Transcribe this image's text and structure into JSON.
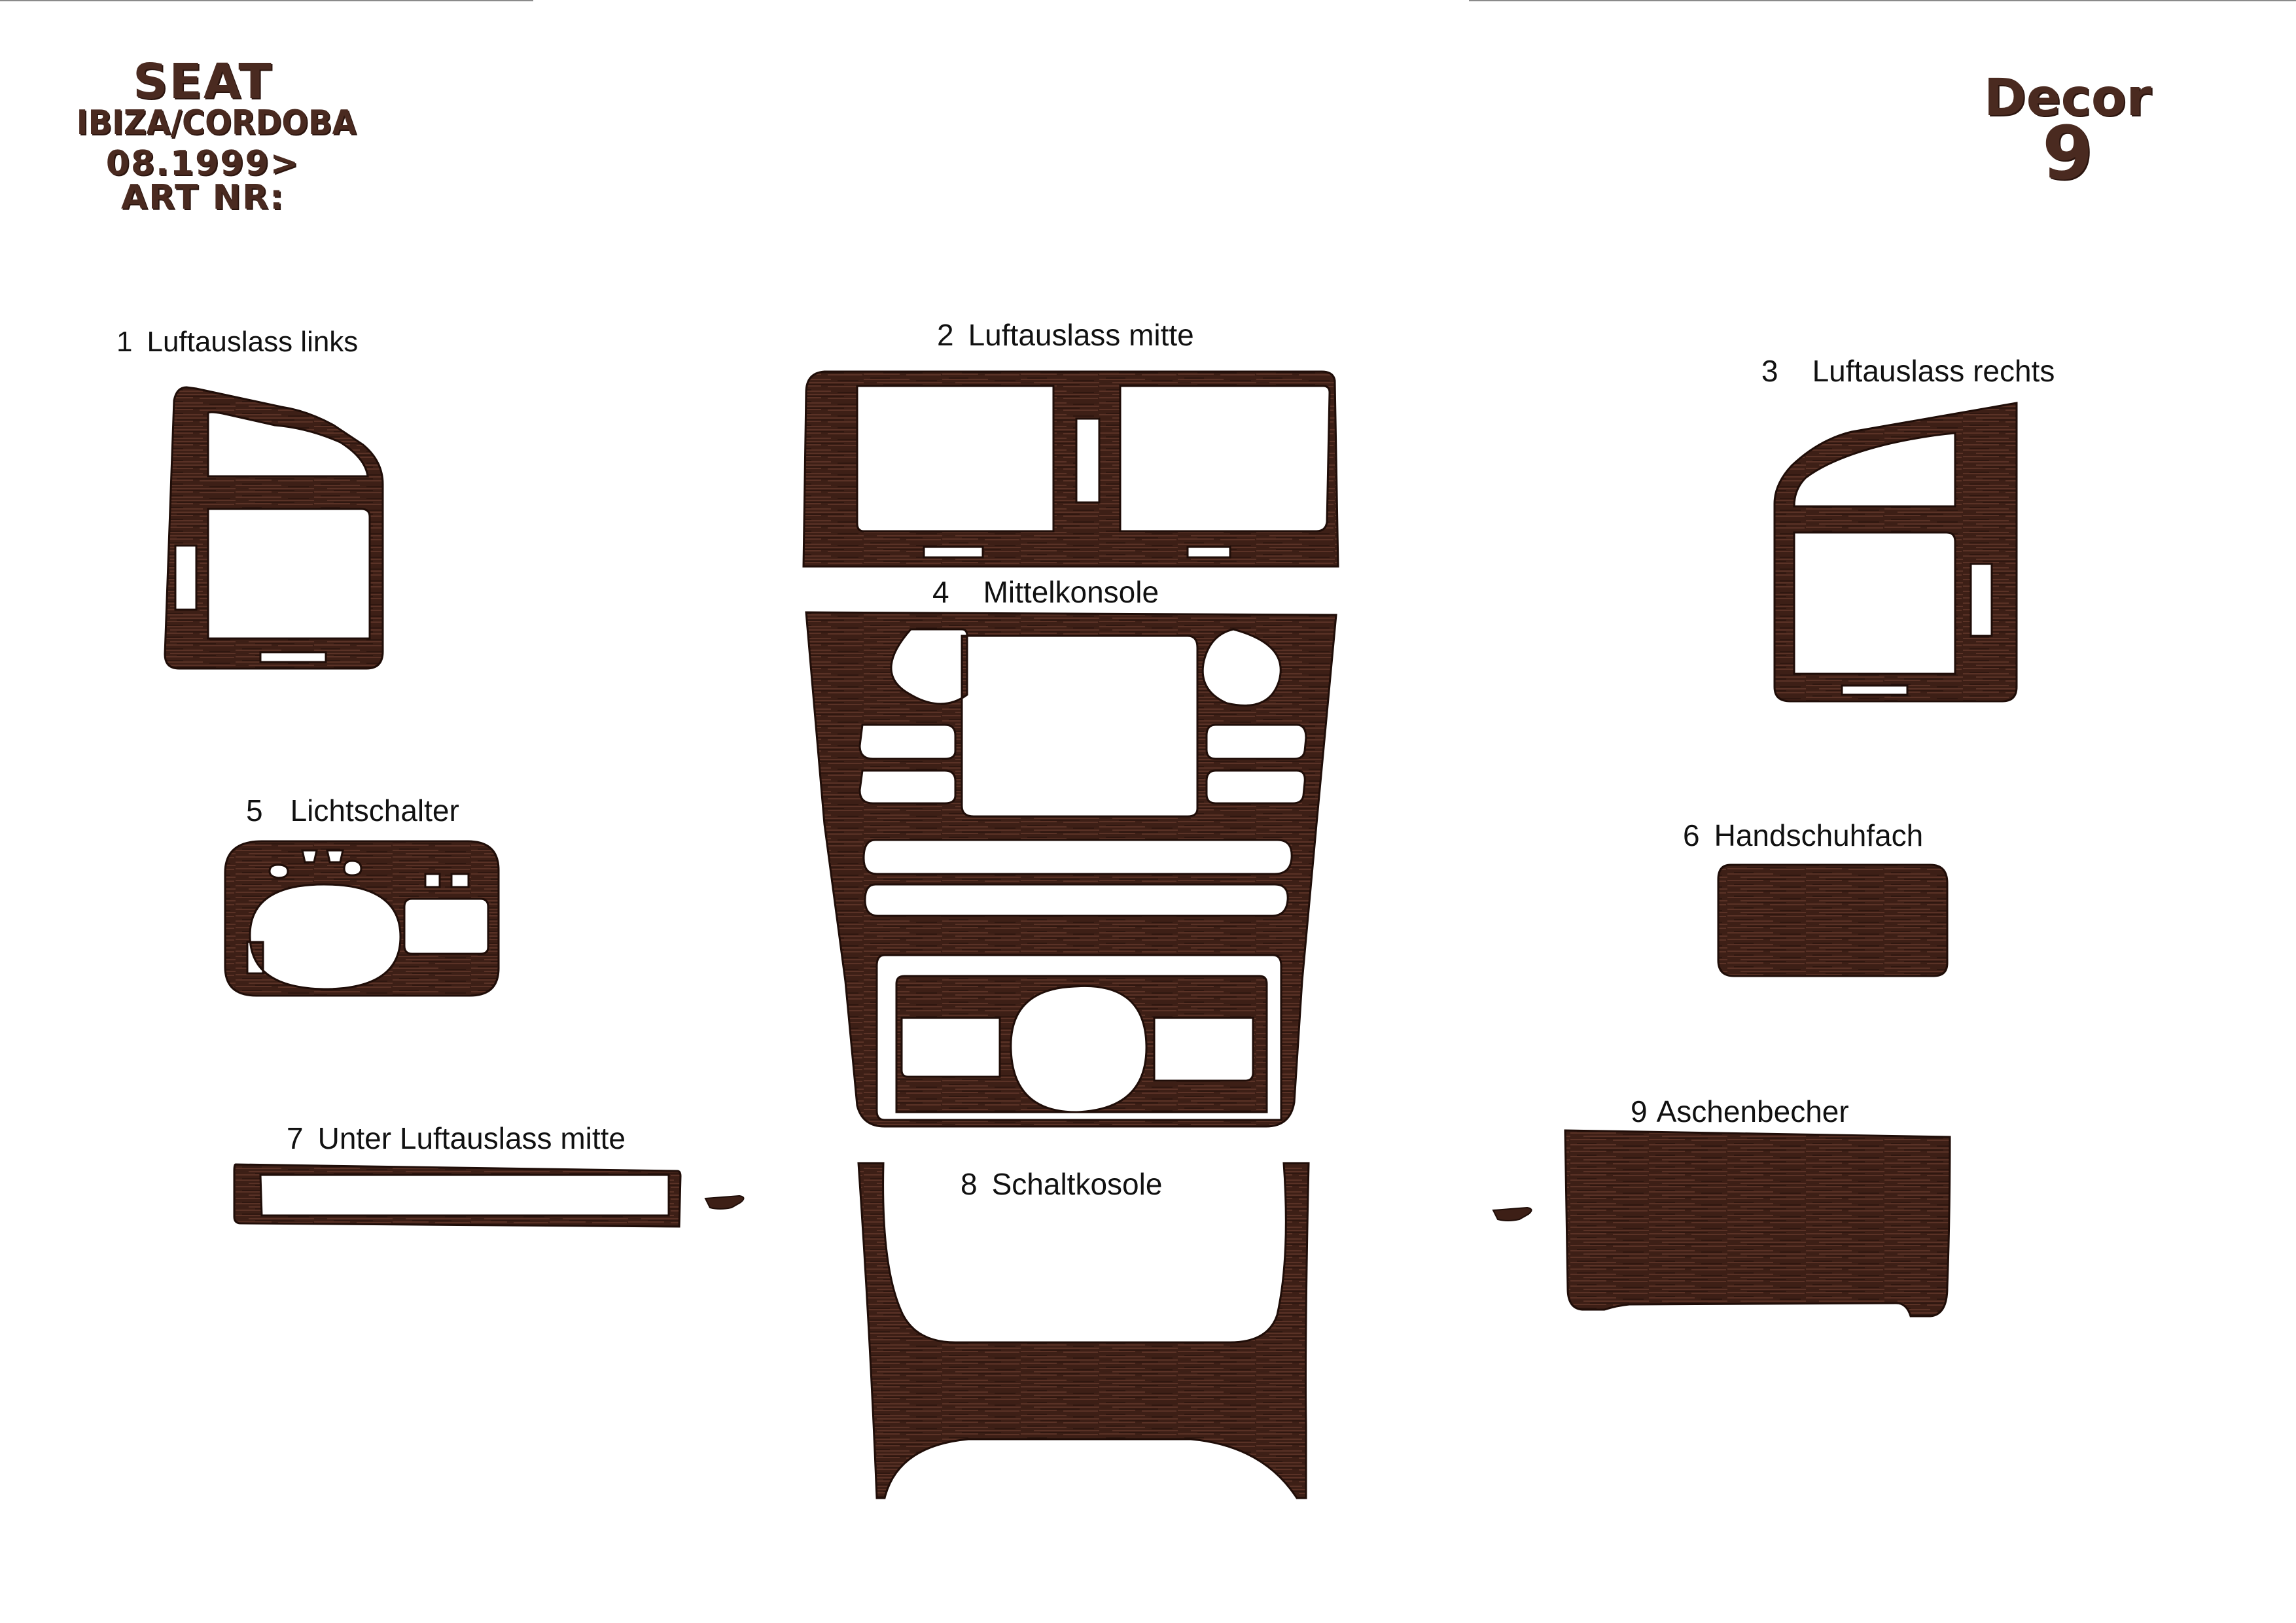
{
  "header": {
    "make": "SEAT",
    "model": "IBIZA/CORDOBA",
    "date": "08.1999>",
    "article": "ART NR:"
  },
  "decor": {
    "word": "Decor",
    "number": "9"
  },
  "parts": [
    {
      "number": "1",
      "name": "Luftauslass links"
    },
    {
      "number": "2",
      "name": "Luftauslass mitte"
    },
    {
      "number": "3",
      "name": "Luftauslass rechts"
    },
    {
      "number": "4",
      "name": "Mittelkonsole"
    },
    {
      "number": "5",
      "name": "Lichtschalter"
    },
    {
      "number": "6",
      "name": "Handschuhfach"
    },
    {
      "number": "7",
      "name": "Unter Luftauslass mitte"
    },
    {
      "number": "8",
      "name": "Schaltkosole"
    },
    {
      "number": "9",
      "name": "Aschenbecher"
    }
  ],
  "colors": {
    "wood_dark": "#3a1d14",
    "wood_mid": "#4e2a1f",
    "wood_light": "#6a4032",
    "text_brand": "#4a2a20"
  }
}
